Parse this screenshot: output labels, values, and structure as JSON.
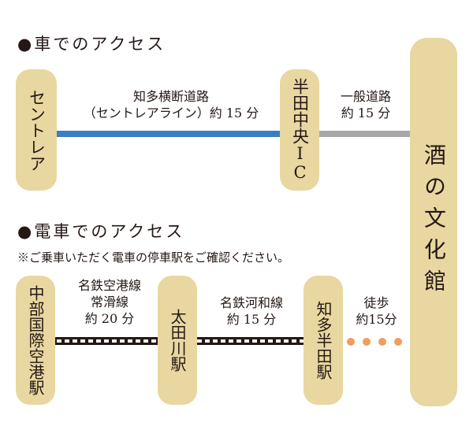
{
  "car": {
    "heading": "●車でのアクセス",
    "start": "セントレア",
    "route1_line1": "知多横断道路",
    "route1_line2": "（セントレアライン）約 15 分",
    "ic": "半田中央IC",
    "route2_line1": "一般道路",
    "route2_line2": "約 15 分",
    "route1_color": "#3a7fc4",
    "route2_color": "#a8a8a8"
  },
  "destination": "酒の文化館",
  "train": {
    "heading": "●電車でのアクセス",
    "note": "※ご乗車いただく電車の停車駅をご確認ください。",
    "station1": "中部国際空港駅",
    "seg1_line1": "名鉄空港線",
    "seg1_line2": "常滑線",
    "seg1_line3": "約 20 分",
    "station2": "太田川駅",
    "seg2_line1": "名鉄河和線",
    "seg2_line2": "約 15 分",
    "station3": "知多半田駅",
    "seg3_line1": "徒歩",
    "seg3_line2": "約15分",
    "walk_color": "#f29c5d"
  },
  "pill_color": "#e8d7a0"
}
